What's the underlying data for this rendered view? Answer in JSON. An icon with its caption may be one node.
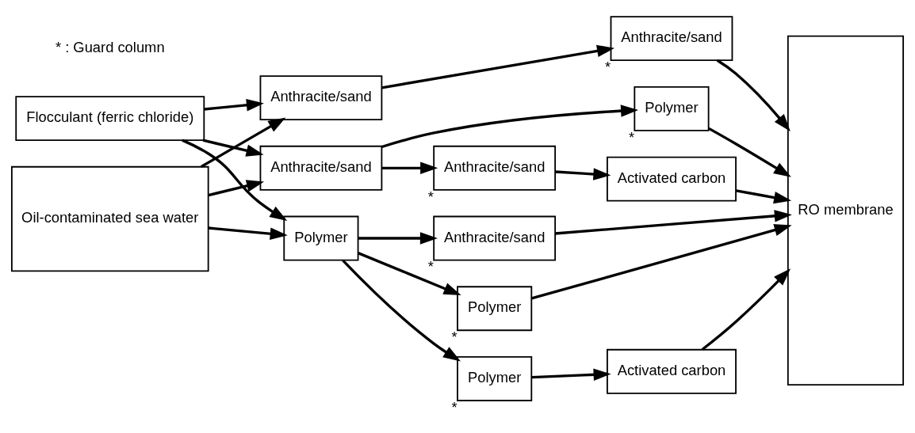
{
  "diagram": {
    "nodes": [
      {
        "text": [
          "Flocculant (ferric chloride)"
        ]
      },
      {
        "text": [
          "Oil-contaminated sea water"
        ]
      },
      {
        "text": [
          "Anthracite/sand"
        ]
      },
      {
        "text": [
          "Anthracite/sand"
        ],
        "beside": [
          "*"
        ]
      },
      {
        "text": [
          "Anthracite/sand"
        ]
      },
      {
        "text": [
          "Polymer"
        ],
        "beside": [
          "*"
        ]
      },
      {
        "text": [
          "Anthracite/sand"
        ],
        "beside": [
          "*"
        ]
      },
      {
        "text": [
          "Activated carbon"
        ]
      },
      {
        "text": [
          "Polymer"
        ]
      },
      {
        "text": [
          "Anthracite/sand"
        ],
        "beside": [
          "*"
        ]
      },
      {
        "text": [
          "Polymer"
        ],
        "beside": [
          "*"
        ]
      },
      {
        "text": [
          "Polymer"
        ],
        "beside": [
          "*"
        ]
      },
      {
        "text": [
          "Activated carbon"
        ]
      },
      {
        "text": [
          "RO membrane"
        ]
      }
    ],
    "edges": [
      {
        "from": 1,
        "to": 2,
        "arrow": "to"
      },
      {
        "from": 1,
        "to": 4,
        "arrow": "to"
      },
      {
        "from": 1,
        "to": 8,
        "arrow": "to"
      },
      {
        "from": 0,
        "to": 2,
        "arrow": "to"
      },
      {
        "from": 0,
        "to": 4,
        "arrow": "to"
      },
      {
        "from": 0,
        "to": 8,
        "arrow": "to"
      },
      {
        "from": 2,
        "to": 3,
        "arrow": "to"
      },
      {
        "from": 3,
        "to": 13,
        "arrow": "to"
      },
      {
        "from": 4,
        "to": 5,
        "arrow": "to"
      },
      {
        "from": 4,
        "to": 6,
        "arrow": "to"
      },
      {
        "from": 5,
        "to": 13,
        "arrow": "to"
      },
      {
        "from": 6,
        "to": 7,
        "arrow": "to"
      },
      {
        "from": 7,
        "to": 13,
        "arrow": "to"
      },
      {
        "from": 8,
        "to": 9,
        "arrow": "to"
      },
      {
        "from": 8,
        "to": 10,
        "arrow": "to"
      },
      {
        "from": 8,
        "to": 11,
        "arrow": "to"
      },
      {
        "from": 9,
        "to": 13,
        "arrow": "to"
      },
      {
        "from": 10,
        "to": 13,
        "arrow": "to"
      },
      {
        "from": 11,
        "to": 12,
        "arrow": "to"
      },
      {
        "from": 12,
        "to": 13,
        "arrow": "to"
      }
    ],
    "labels": [
      "* : Guard column"
    ]
  }
}
